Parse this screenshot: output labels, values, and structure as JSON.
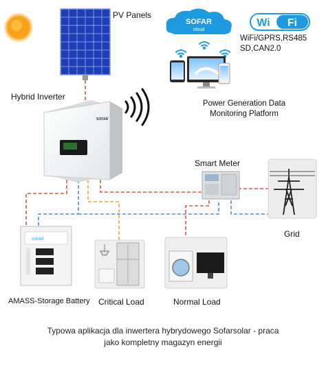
{
  "labels": {
    "pv_panels": "PV Panels",
    "hybrid_inverter": "Hybrid Inverter",
    "sofar": "SOFAR",
    "cloud": "cloud",
    "wifi_left": "Wi",
    "wifi_right": "Fi",
    "comm_line1": "WiFi/GPRS,RS485",
    "comm_line2": "SD,CAN2.0",
    "platform_line1": "Power Generation Data",
    "platform_line2": "Monitoring Platform",
    "smart_meter": "Smart Meter",
    "grid": "Grid",
    "battery": "AMASS-Storage Battery",
    "critical_load": "Critical Load",
    "normal_load": "Normal Load",
    "inverter_brand": "SOFAR",
    "battery_brand": "SOFAR"
  },
  "caption": {
    "line1": "Typowa aplikacja dla inwertera hybrydowego Sofarsolar - praca",
    "line2": "jako kompletny magazyn energii"
  },
  "colors": {
    "power_line": "#e8513a",
    "comm_line": "#4a8fd6",
    "load_line": "#f2a23a",
    "sun": "#f5a623",
    "panel": "#2a50c8",
    "cloud": "#1e9be0",
    "wifi": "#1e9be0"
  }
}
